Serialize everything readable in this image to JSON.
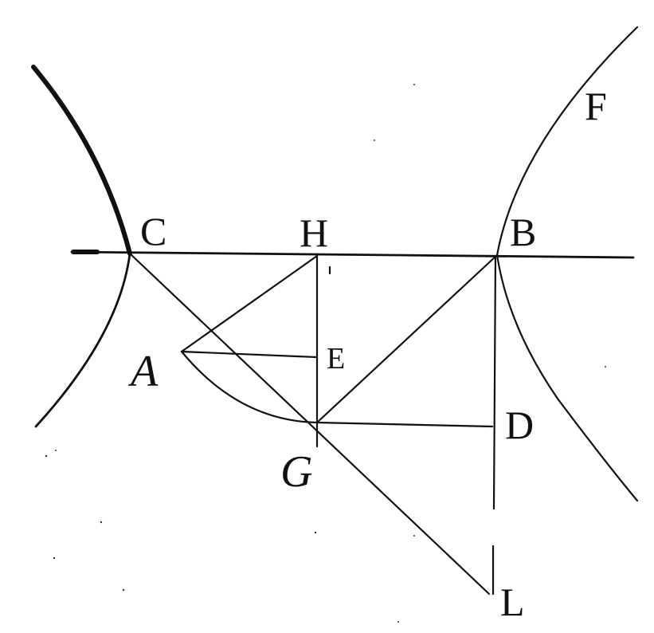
{
  "figure": {
    "labels": {
      "C": "C",
      "H": "H",
      "B": "B",
      "F": "F",
      "A": "A",
      "E": "E",
      "D": "D",
      "G": "G",
      "L": "L"
    }
  }
}
